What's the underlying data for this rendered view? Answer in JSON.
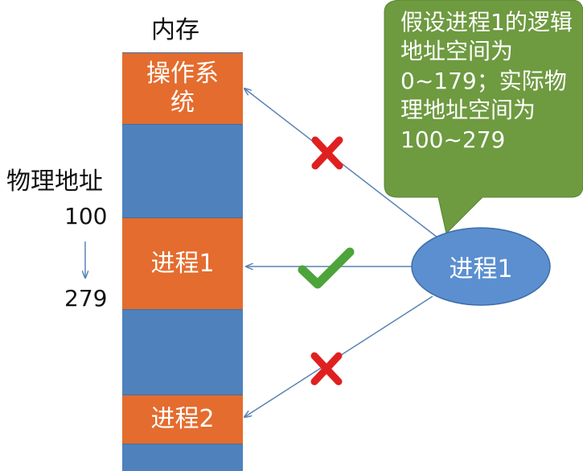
{
  "memory": {
    "title": "内存",
    "segments": [
      {
        "label": "操作系统",
        "kind": "os"
      },
      {
        "label": "",
        "kind": "free"
      },
      {
        "label": "进程1",
        "kind": "process"
      },
      {
        "label": "",
        "kind": "free"
      },
      {
        "label": "进程2",
        "kind": "process"
      },
      {
        "label": "",
        "kind": "free"
      }
    ]
  },
  "physical_address": {
    "label": "物理地址",
    "start": "100",
    "end": "279"
  },
  "process": {
    "label": "进程1"
  },
  "callout": {
    "text": "假设进程1的逻辑地址空间为 0~179；实际物理地址空间为 100~279"
  },
  "mappings": [
    {
      "target": "操作系统",
      "valid": false
    },
    {
      "target": "进程1",
      "valid": true
    },
    {
      "target": "进程2",
      "valid": false
    }
  ],
  "colors": {
    "memory_free": "#4f81bd",
    "memory_used": "#e46c2e",
    "process_ellipse": "#5b8fd0",
    "callout": "#6e9a40",
    "check": "#4da43a",
    "cross": "#e02020",
    "arrow": "#5a82b4"
  }
}
